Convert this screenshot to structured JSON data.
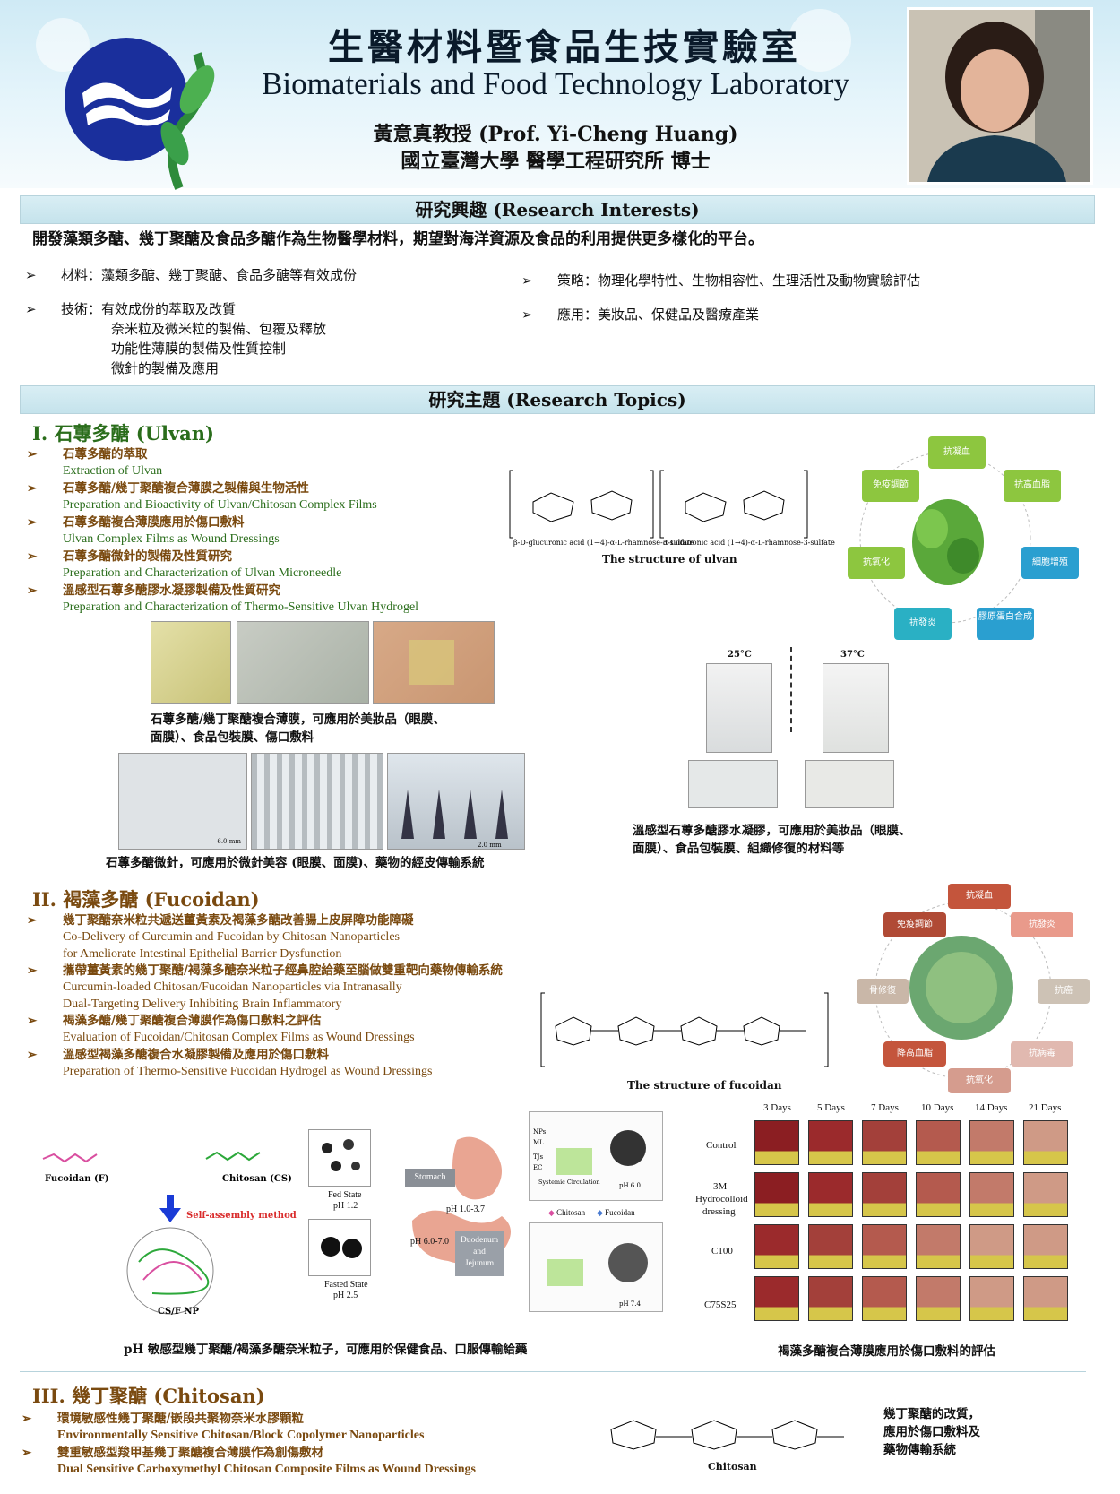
{
  "header": {
    "title_zh": "生醫材料暨食品生技實驗室",
    "title_en": "Biomaterials and Food Technology Laboratory",
    "professor": "黃意真教授 (Prof. Yi-Cheng Huang)",
    "institution": "國立臺灣大學 醫學工程研究所 博士"
  },
  "interests": {
    "heading": "研究興趣 (Research Interests)",
    "intro": "開發藻類多醣、幾丁聚醣及食品多醣作為生物醫學材料，期望對海洋資源及食品的利用提供更多樣化的平台。",
    "materials": "材料：藻類多醣、幾丁聚醣、食品多醣等有效成份",
    "tech_1": "技術：有效成份的萃取及改質",
    "tech_2": "奈米粒及微米粒的製備、包覆及釋放",
    "tech_3": "功能性薄膜的製備及性質控制",
    "tech_4": "微針的製備及應用",
    "strategy": "策略：物理化學特性、生物相容性、生理活性及動物實驗評估",
    "application": "應用：美妝品、保健品及醫療產業"
  },
  "topics": {
    "heading": "研究主題 (Research Topics)"
  },
  "ulvan": {
    "heading": "I. 石蓴多醣 (Ulvan)",
    "items": [
      {
        "zh": "石蓴多醣的萃取",
        "en": "Extraction of Ulvan"
      },
      {
        "zh": "石蓴多醣/幾丁聚醣複合薄膜之製備與生物活性",
        "en": "Preparation and Bioactivity of Ulvan/Chitosan Complex Films"
      },
      {
        "zh": "石蓴多醣複合薄膜應用於傷口敷料",
        "en": "Ulvan Complex Films as Wound Dressings"
      },
      {
        "zh": "石蓴多醣微針的製備及性質研究",
        "en": "Preparation and Characterization of Ulvan Microneedle"
      },
      {
        "zh": "溫感型石蓴多醣膠水凝膠製備及性質研究",
        "en": "Preparation and Characterization of Thermo-Sensitive Ulvan Hydrogel"
      }
    ],
    "structure_caption": "The structure of ulvan",
    "struct_label_1": "β-D-glucuronic acid (1→4)-α-L-rhamnose-3-sulfate",
    "struct_label_2": "α-L-iduronic acid (1→4)-α-L-rhamnose-3-sulfate",
    "activities": [
      "抗凝血",
      "抗高血脂",
      "細胞增殖",
      "膠原蛋白合成",
      "抗發炎",
      "抗氧化",
      "免疫調節"
    ],
    "film_caption_1": "石蓴多醣/幾丁聚醣複合薄膜，可應用於美妝品（眼膜、",
    "film_caption_2": "面膜）、食品包裝膜、傷口敷料",
    "needle_caption": "石蓴多醣微針，可應用於微針美容 (眼膜、面膜)、藥物的經皮傳輸系統",
    "hydrogel_caption_1": "溫感型石蓴多醣膠水凝膠，可應用於美妝品（眼膜、",
    "hydrogel_caption_2": "面膜）、食品包裝膜、組織修復的材料等",
    "temp_1": "25°C",
    "temp_2": "37°C",
    "scale_1": "6.0 mm",
    "scale_2": "2.0 mm"
  },
  "fucoidan": {
    "heading": "II. 褐藻多醣 (Fucoidan)",
    "items": [
      {
        "zh": "幾丁聚醣奈米粒共遞送薑黃素及褐藻多醣改善腸上皮屏障功能障礙",
        "en1": "Co-Delivery of Curcumin and Fucoidan by Chitosan Nanoparticles",
        "en2": "for Ameliorate Intestinal Epithelial Barrier Dysfunction"
      },
      {
        "zh": "攜帶薑黃素的幾丁聚醣/褐藻多醣奈米粒子經鼻腔給藥至腦做雙重靶向藥物傳輸系統",
        "en1": "Curcumin-loaded Chitosan/Fucoidan Nanoparticles via Intranasally",
        "en2": "Dual-Targeting Delivery Inhibiting Brain Inflammatory"
      },
      {
        "zh": "褐藻多醣/幾丁聚醣複合薄膜作為傷口敷料之評估",
        "en1": "Evaluation of Fucoidan/Chitosan Complex Films as Wound Dressings",
        "en2": ""
      },
      {
        "zh": "溫感型褐藻多醣複合水凝膠製備及應用於傷口敷料",
        "en1": "Preparation of Thermo-Sensitive Fucoidan Hydrogel as Wound Dressings",
        "en2": ""
      }
    ],
    "structure_caption": "The structure of fucoidan",
    "activities": [
      "抗凝血",
      "抗發炎",
      "抗癌",
      "抗病毒",
      "抗氧化",
      "降高血脂",
      "骨修復",
      "免疫調節"
    ],
    "scheme": {
      "fucoidan_label": "Fucoidan (F)",
      "chitosan_label": "Chitosan (CS)",
      "self_assembly": "Self-assembly method",
      "np_label": "CS/F NP",
      "fed": "Fed State",
      "fed_ph": "pH 1.2",
      "fasted": "Fasted State",
      "fasted_ph": "pH 2.5",
      "stomach": "Stomach",
      "ph_stomach": "pH 1.0-3.7",
      "ph_intestine": "pH 6.0-7.0",
      "duodenum_1": "Duodenum",
      "duodenum_2": "and",
      "duodenum_3": "Jejunum",
      "ph_60": "pH 6.0",
      "ph_74": "pH 7.4",
      "legend_chitosan": "Chitosan",
      "legend_fucoidan": "Fucoidan",
      "nps": "NPs",
      "ml": "ML",
      "tjs": "TJs",
      "ec": "EC",
      "systemic": "Systemic Circulation"
    },
    "nano_caption": "pH 敏感型幾丁聚醣/褐藻多醣奈米粒子，可應用於保健食品、口服傳輸給藥",
    "wound": {
      "days": [
        "3 Days",
        "5 Days",
        "7 Days",
        "10 Days",
        "14 Days",
        "21 Days"
      ],
      "groups": [
        "Control",
        "3M",
        "Hydrocolloid",
        "dressing",
        "C100",
        "C75S25"
      ],
      "caption": "褐藻多醣複合薄膜應用於傷口敷料的評估"
    }
  },
  "chitosan": {
    "heading": "III. 幾丁聚醣 (Chitosan)",
    "items": [
      {
        "zh": "環境敏感性幾丁聚醣/嵌段共聚物奈米水膠顆粒",
        "en": "Environmentally Sensitive Chitosan/Block Copolymer Nanoparticles"
      },
      {
        "zh": "雙重敏感型羧甲基幾丁聚醣複合薄膜作為創傷敷材",
        "en": "Dual Sensitive Carboxymethyl Chitosan Composite Films as Wound Dressings"
      }
    ],
    "structure_caption": "Chitosan",
    "note_1": "幾丁聚醣的改質，",
    "note_2": "應用於傷口敷料及",
    "note_3": "藥物傳輸系統"
  }
}
